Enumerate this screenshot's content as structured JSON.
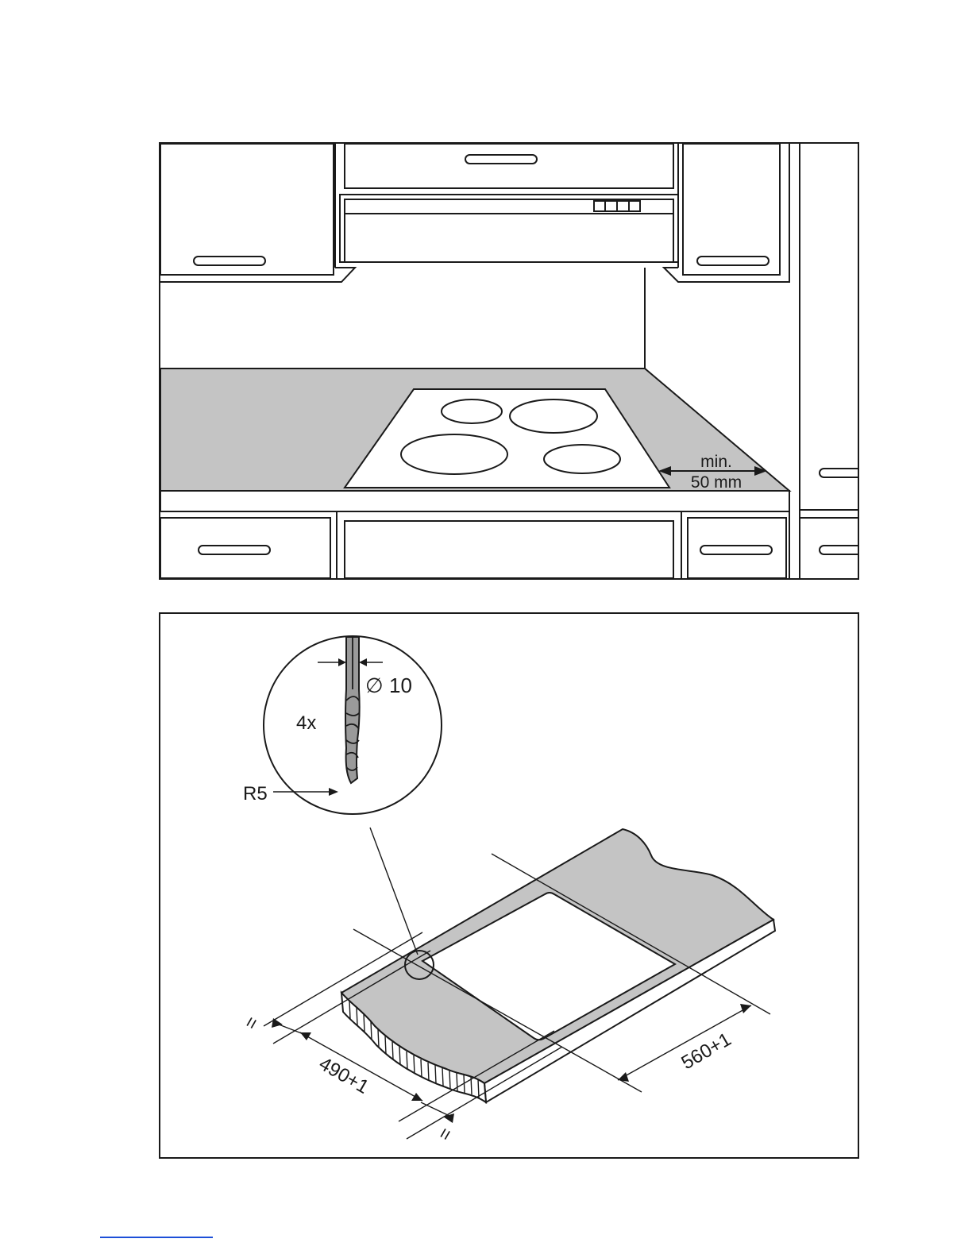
{
  "figure_top": {
    "clearance_label_line1": "min.",
    "clearance_label_line2": "50 mm"
  },
  "figure_bottom": {
    "drill_diameter_symbol": "∅",
    "drill_diameter": "10",
    "hole_count": "4x",
    "corner_radius": "R5",
    "depth_dimension": "490+1",
    "width_dimension": "560+1",
    "equal_mark": "="
  },
  "colors": {
    "worktop_fill": "#c4c4c4",
    "line": "#1a1a1a",
    "footer_rule": "#1d4fd8"
  }
}
